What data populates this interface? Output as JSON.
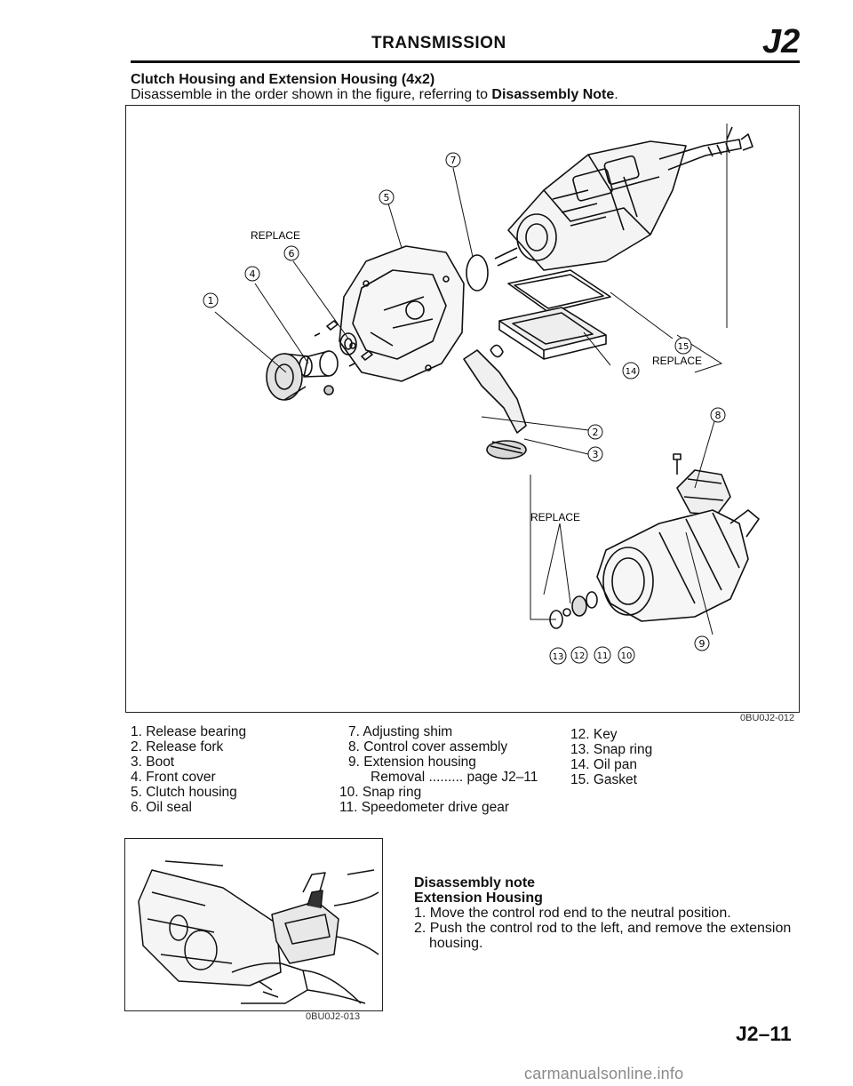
{
  "header": {
    "title": "TRANSMISSION",
    "section_code": "J2"
  },
  "section": {
    "heading": "Clutch Housing and Extension Housing (4x2)",
    "intro_prefix": "Disassemble in the order shown in the figure, referring to ",
    "intro_ref": "Disassembly Note",
    "intro_suffix": "."
  },
  "figure_main": {
    "code": "0BU0J2-012",
    "replace_label": "REPLACE",
    "callouts": [
      "1",
      "2",
      "3",
      "4",
      "5",
      "6",
      "7",
      "8",
      "9",
      "10",
      "11",
      "12",
      "13",
      "14",
      "15"
    ]
  },
  "parts_list": {
    "col1": [
      "1. Release bearing",
      "2. Release fork",
      "3. Boot",
      "4. Front cover",
      "5. Clutch housing",
      "6. Oil seal"
    ],
    "col2": [
      "7. Adjusting shim",
      "8. Control cover assembly",
      "9. Extension housing",
      "Removal ......... page J2–11",
      "10. Snap ring",
      "11. Speedometer drive gear"
    ],
    "col3": [
      "12. Key",
      "13. Snap ring",
      "14. Oil pan",
      "15. Gasket"
    ]
  },
  "figure_note": {
    "code": "0BU0J2-013"
  },
  "note": {
    "heading": "Disassembly note",
    "subheading": "Extension Housing",
    "steps": [
      "1. Move the control rod end to the neutral position.",
      "2. Push the control rod to the left, and remove the extension housing."
    ]
  },
  "page_number": "J2–11",
  "watermark": "carmanualsonline.info"
}
